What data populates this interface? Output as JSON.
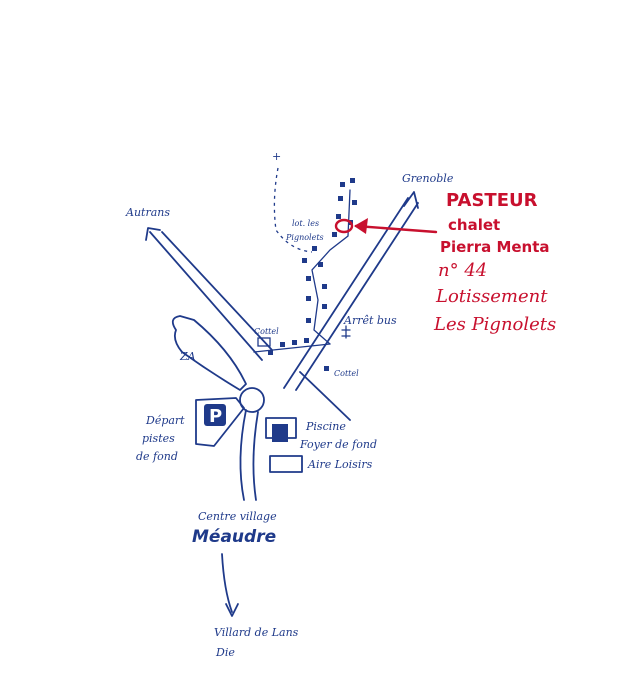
{
  "labels": {
    "cross": "+",
    "grenoble": "Grenoble",
    "autrans": "Autrans",
    "lot_line1": "lot. les",
    "lot_line2": "Pignolets",
    "pasteur": "PASTEUR",
    "chalet": "chalet",
    "pierra_menta": "Pierra Menta",
    "numero": "n° 44",
    "lotissement": "Lotissement",
    "les_pignolets": "Les Pignolets",
    "cottel_1": "Cottel",
    "arret_bus": "Arrêt bus",
    "cottel_2": "Cottel",
    "za": "ZA",
    "depart_line1": "Départ",
    "depart_line2": "pistes",
    "depart_line3": "de fond",
    "parking": "P",
    "piscine": "Piscine",
    "foyer": "Foyer de fond",
    "aire": "Aire Loisirs",
    "centre_village": "Centre village",
    "meaudre": "Méaudre",
    "villard_line1": "Villard de Lans",
    "villard_line2": "Die"
  },
  "colors": {
    "ink": "#1f3a8a",
    "highlight": "#c8102e",
    "paper": "#ffffff"
  }
}
